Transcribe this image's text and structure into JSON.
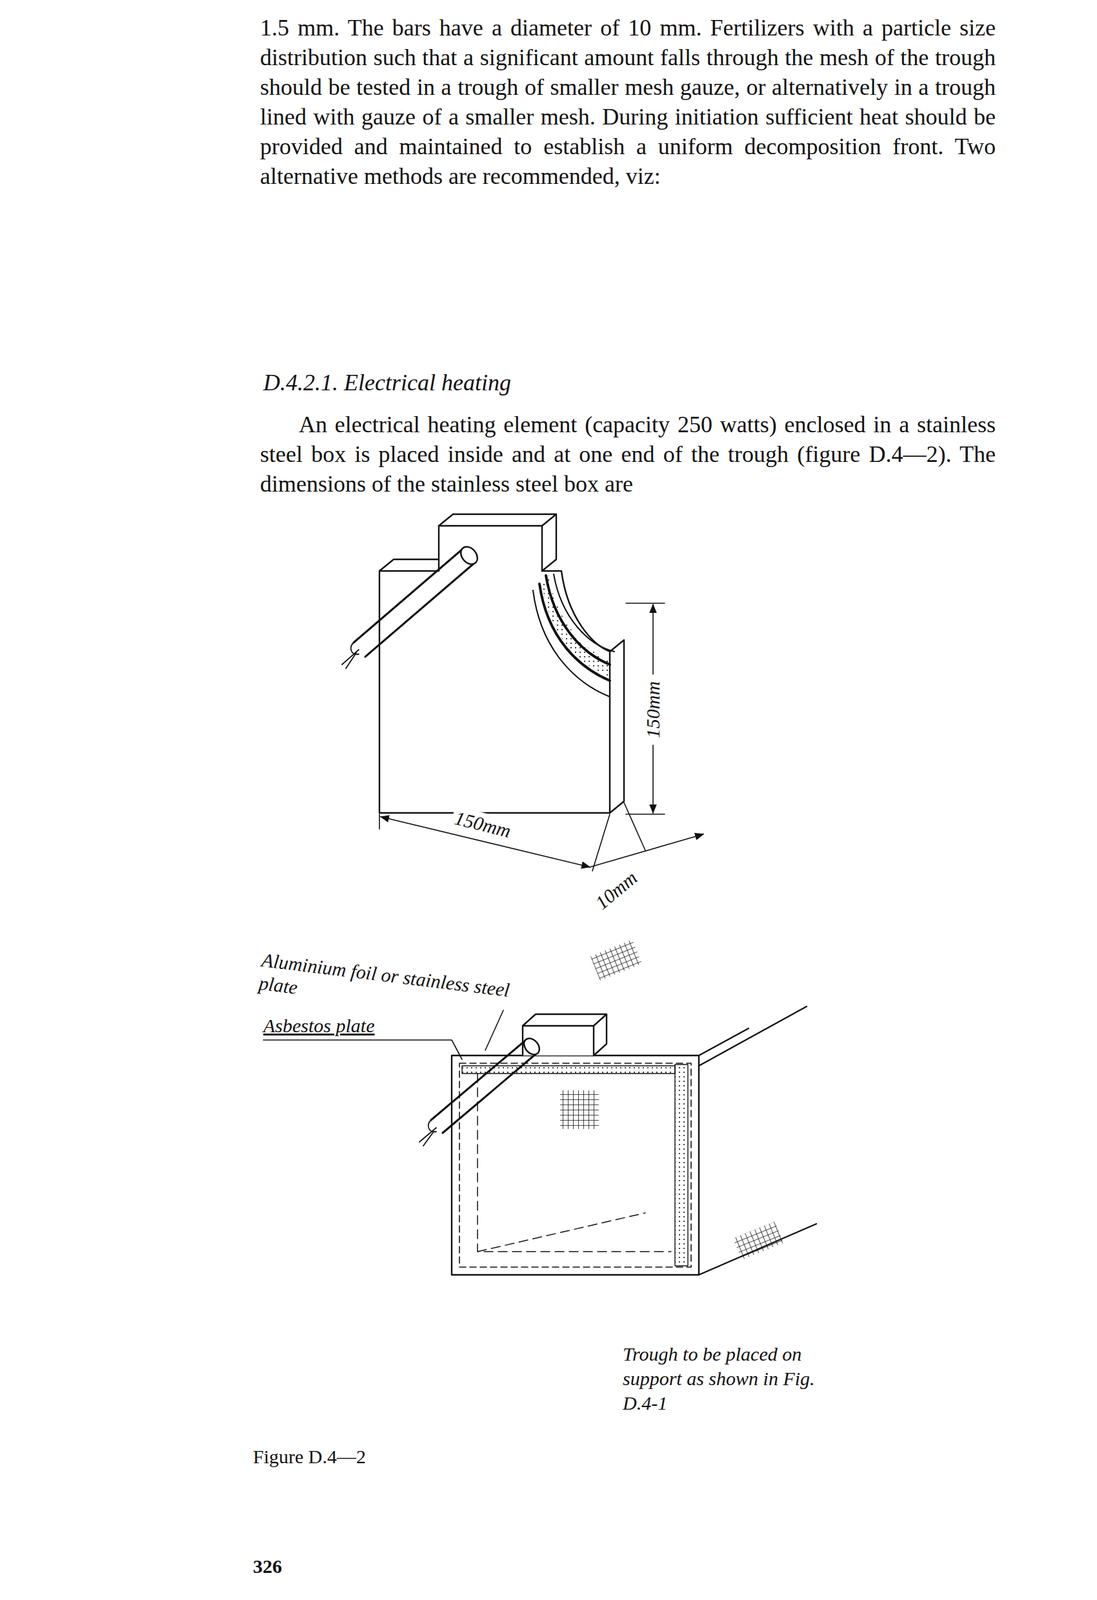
{
  "diagram": {
    "caption": "Figure D.4—2",
    "labels": [
      "1.5 mm. The bars have a diameter of 10 mm. Fertilizers with a particle size distribution such that a significant amount falls through the mesh of the trough should be tested in a trough of smaller mesh gauze, or alternatively in a trough lined with gauze of a smaller mesh. During initiation sufficient heat should be provided and maintained to establish a uniform decomposition front. Two alternative methods are recommended, viz:",
      "D.4.2.1. Electrical heating",
      "An electrical heating element (capacity 250 watts) enclosed in a stainless steel box is placed inside and at one end of the trough (figure D.4—2). The dimensions of the stainless steel box are",
      "150mm",
      "150mm",
      "10mm",
      "Aluminium foil or stainless steel plate",
      "Asbestos plate",
      "Trough to be placed on support as shown in Fig. D.4-1",
      "326"
    ]
  }
}
